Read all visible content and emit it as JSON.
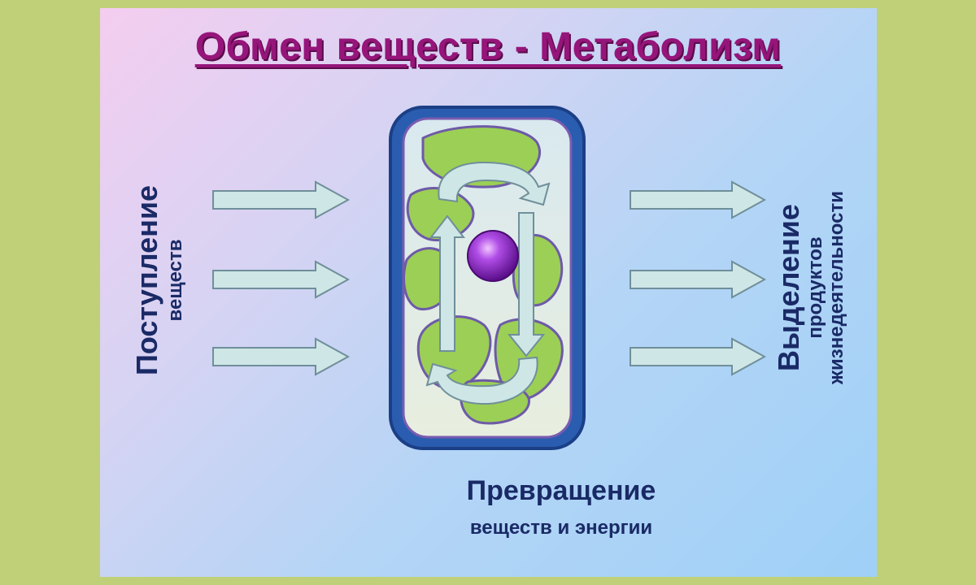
{
  "title": "Обмен веществ - Метаболизм",
  "intake": {
    "main": "Поступление",
    "sub": "веществ"
  },
  "excretion": {
    "main": "Выделение",
    "sub1": "продуктов",
    "sub2": "жизнедеятельности"
  },
  "transformation": {
    "main": "Превращение",
    "sub": "веществ и энергии"
  },
  "colors": {
    "outer_background": "#bfd079",
    "title": "#96157a",
    "labels": "#1a2a66",
    "arrow_fill": "#cfe6e6",
    "cell_border": "#2a5db0",
    "chloroplast": "#9ccf55",
    "nucleus": "#8a1fc4"
  }
}
